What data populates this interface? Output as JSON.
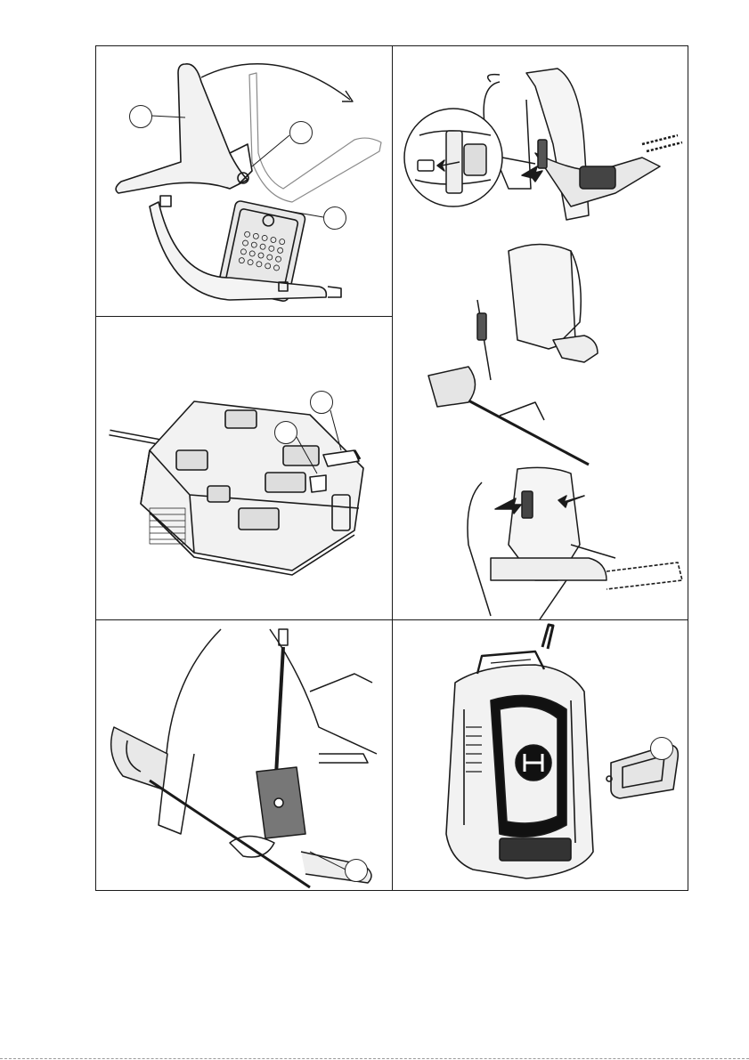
{
  "page": {
    "description_lines": []
  },
  "panels": [
    {
      "id": "harness-assembly",
      "icons": [
        "harness-yoke",
        "battery-mount",
        "strap-buckle"
      ]
    },
    {
      "id": "battery-fuse",
      "icons": [
        "battery-underside",
        "fuse-blade",
        "fuse-holder"
      ]
    },
    {
      "id": "operator-connections",
      "icons": [
        "hedge-trimmer",
        "trimmer",
        "chainsaw",
        "cable-clip"
      ]
    },
    {
      "id": "trimmer-hook",
      "icons": [
        "harness-hook",
        "grass-trimmer"
      ]
    },
    {
      "id": "backpack-battery",
      "icons": [
        "backpack-battery",
        "battery-cover"
      ]
    }
  ],
  "colors": {
    "line": "#1a1a1a",
    "shade": "#555555",
    "fill": "#e6e6e6",
    "paper": "#ffffff"
  }
}
